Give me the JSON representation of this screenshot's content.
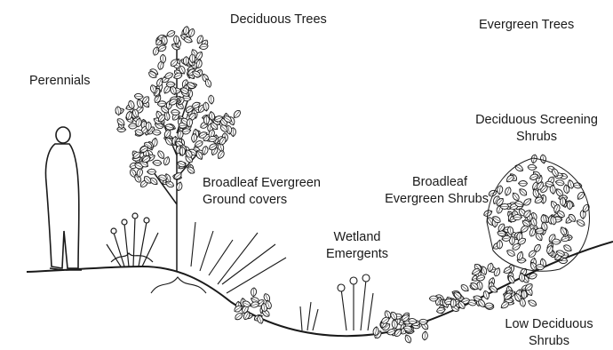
{
  "labels": {
    "deciduous_trees": "Deciduous Trees",
    "evergreen_trees": "Evergreen Trees",
    "perennials": "Perennials",
    "deciduous_screening_shrubs": [
      "Deciduous Screening",
      "Shrubs"
    ],
    "broadleaf_evergreen_ground_covers": [
      "Broadleaf Evergreen",
      "Ground covers"
    ],
    "broadleaf_evergreen_shrubs": [
      "Broadleaf",
      "Evergreen Shrubs"
    ],
    "wetland_emergents": [
      "Wetland",
      "Emergents"
    ],
    "low_deciduous_shrubs": [
      "Low Deciduous",
      "Shrubs"
    ]
  },
  "colors": {
    "ink": "#1a1a1a",
    "background": "#ffffff"
  }
}
